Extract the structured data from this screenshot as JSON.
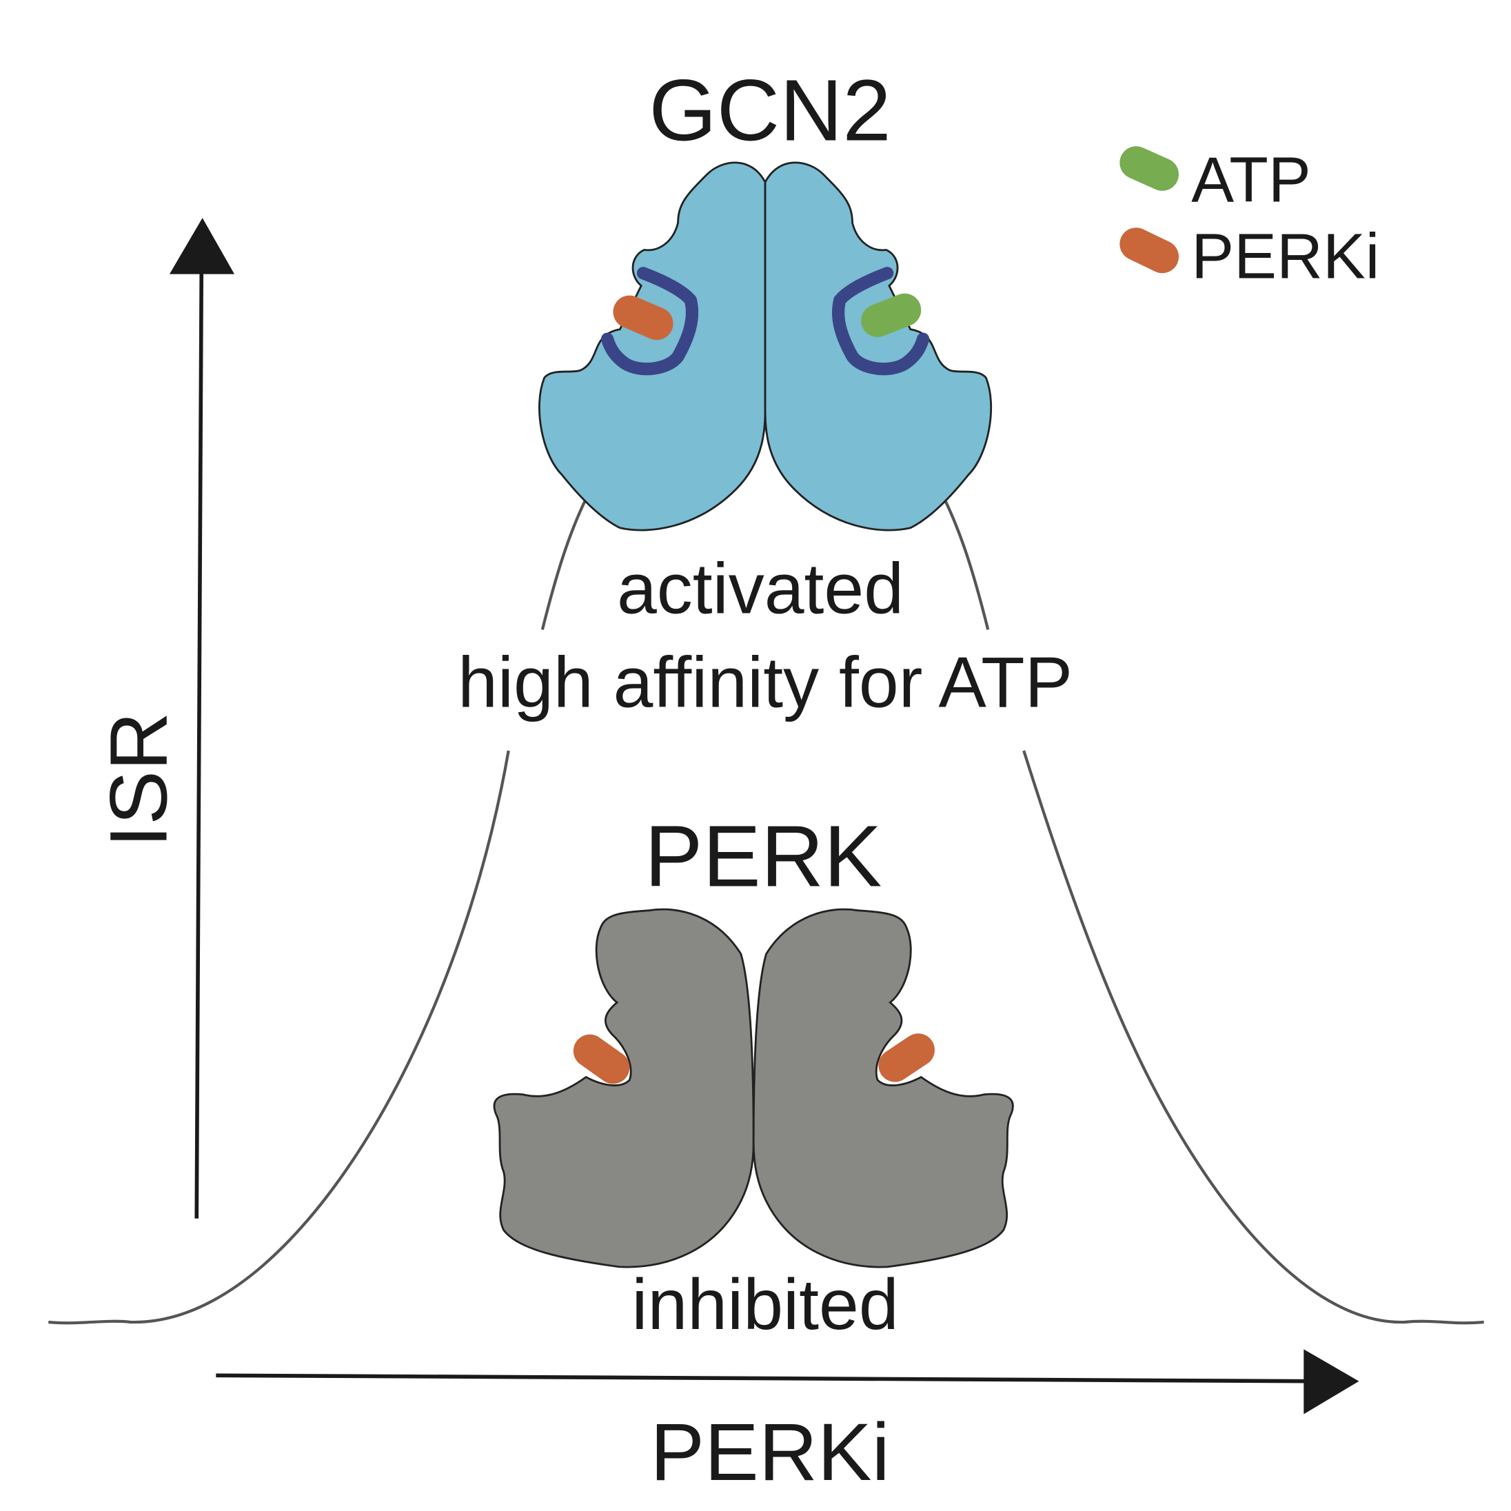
{
  "gcn2": {
    "title": "GCN2",
    "state": "activated",
    "detail": "high affinity for ATP"
  },
  "perk": {
    "title": "PERK",
    "state": "inhibited"
  },
  "axes": {
    "y_label": "ISR",
    "x_label": "PERKi"
  },
  "legend": [
    {
      "label": "ATP",
      "color": "#77ad50"
    },
    {
      "label": "PERKi",
      "color": "#c9673a"
    }
  ],
  "colors": {
    "gcn2_fill": "#7bbdd3",
    "gcn2_loop": "#3a4587",
    "perk_fill": "#888985",
    "curve": "#555555"
  }
}
